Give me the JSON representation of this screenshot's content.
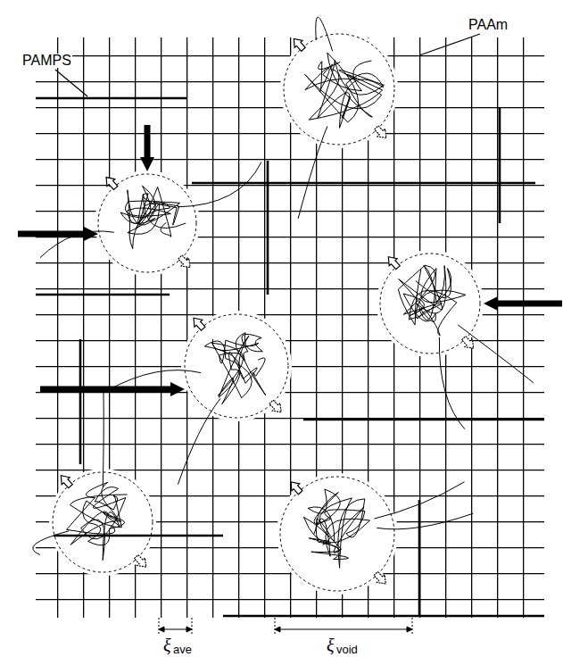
{
  "diagram": {
    "labels": [
      "PAMPS",
      "PAAm",
      "ξ",
      "ave",
      "ξ",
      "void"
    ]
  }
}
